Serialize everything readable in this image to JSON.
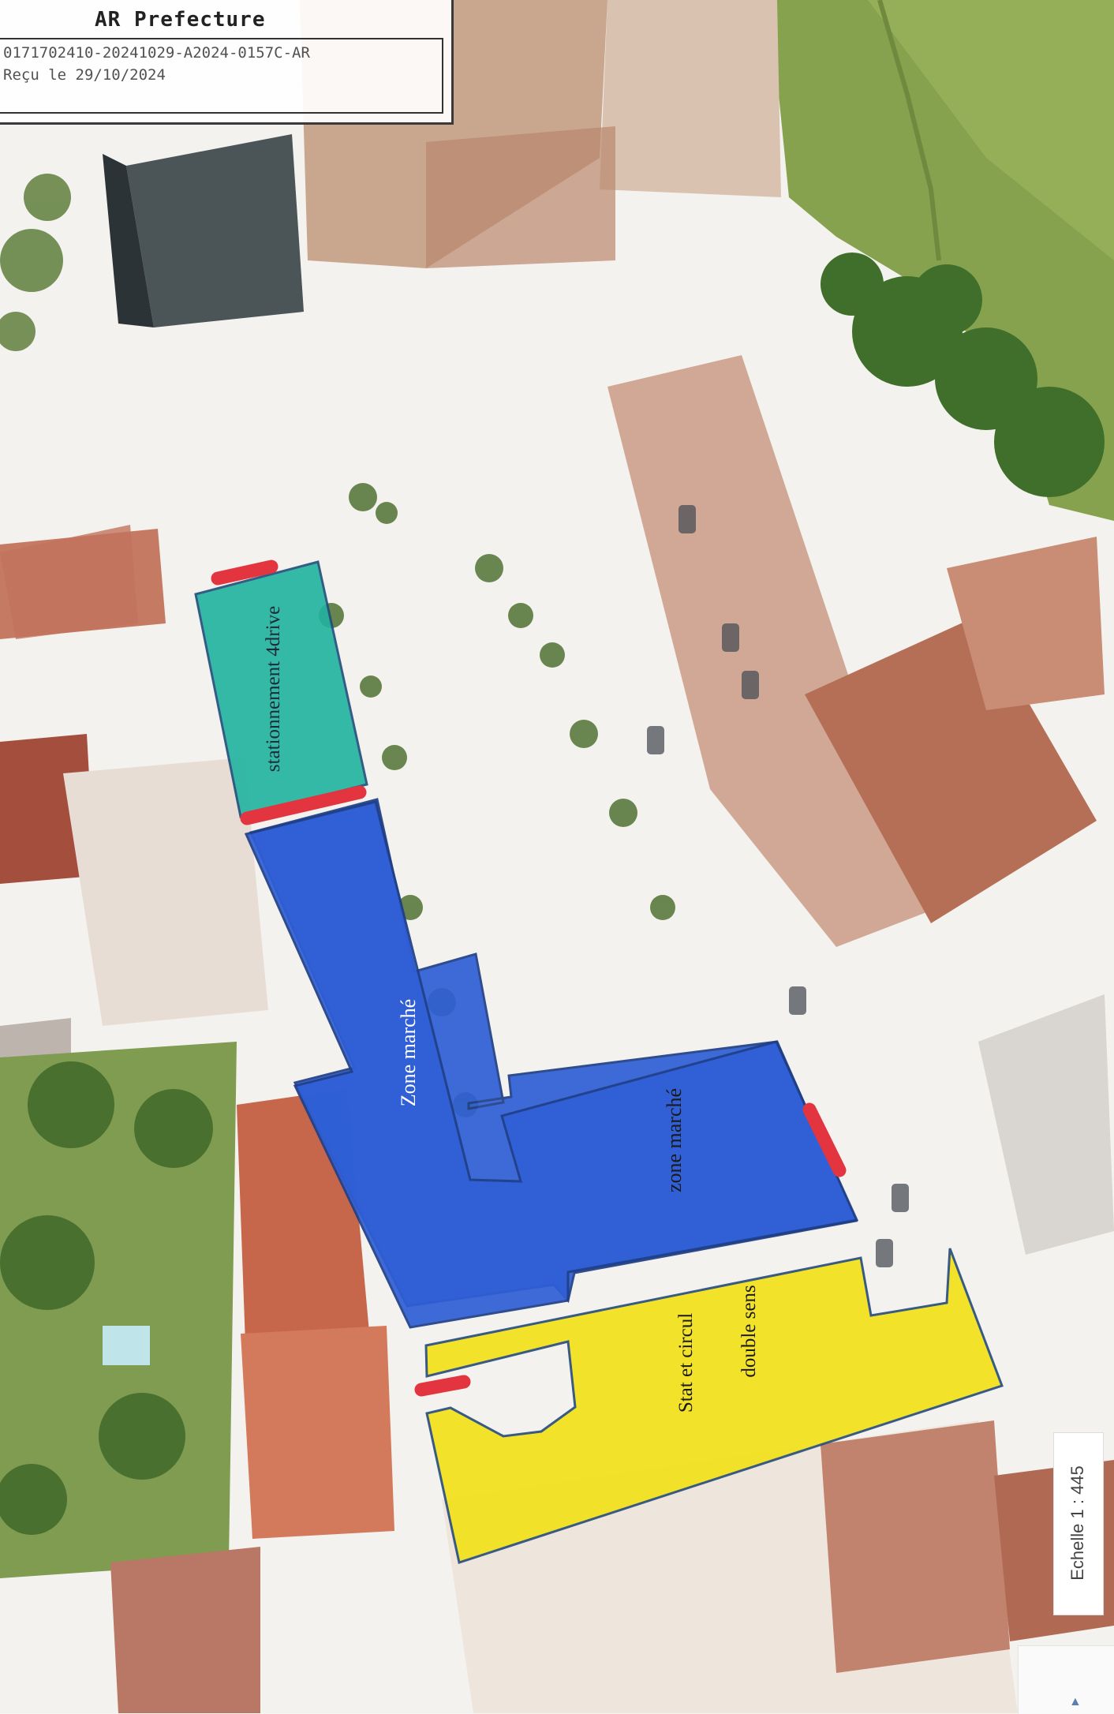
{
  "stamp": {
    "title": "AR Prefecture",
    "line1": "0171702410-20241029-A2024-0157C-AR",
    "line2": "Reçu le 29/10/2024"
  },
  "zones": {
    "parking_4drive": {
      "label": "stationnement 4drive",
      "color": "#21b3a0"
    },
    "market_1": {
      "label": "Zone marché",
      "color": "#2f5fd6"
    },
    "market_2": {
      "label": "zone marché",
      "color": "#2f5fd6"
    },
    "stat_circul": {
      "label_line1": "Stat et circul",
      "label_line2": "double sens",
      "color": "#f2e21a"
    }
  },
  "barrier_color": "#e2353f",
  "scale": {
    "label": "Echelle 1 : 445"
  },
  "thumbnail": {
    "icon": "arrow-up-icon"
  }
}
